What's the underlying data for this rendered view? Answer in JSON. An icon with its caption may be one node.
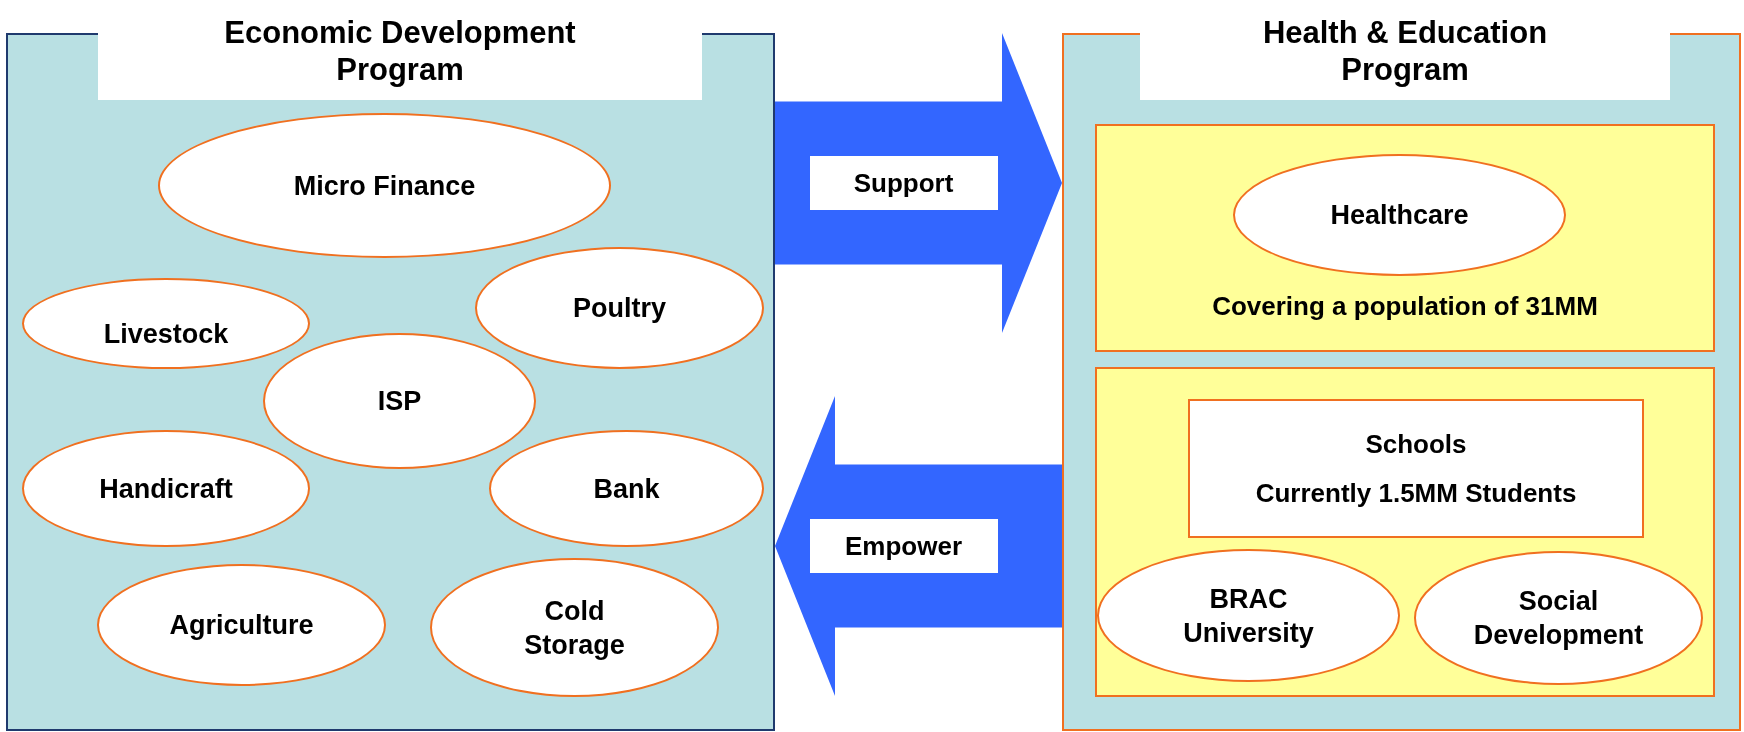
{
  "diagram": {
    "nodes": [
      {
        "text": [
          "Economic Development Program"
        ]
      },
      {
        "text": [
          "Micro Finance"
        ],
        "in": 0
      },
      {
        "text": [
          "Livestock"
        ],
        "in": 0
      },
      {
        "text": [
          "Poultry"
        ],
        "in": 0
      },
      {
        "text": [
          "ISP"
        ],
        "in": 0
      },
      {
        "text": [
          "Handicraft"
        ],
        "in": 0
      },
      {
        "text": [
          "Bank"
        ],
        "in": 0
      },
      {
        "text": [
          "Agriculture"
        ],
        "in": 0
      },
      {
        "text": [
          "Cold Storage"
        ],
        "in": 0
      },
      {
        "text": [
          "Health & Education Program"
        ]
      },
      {
        "text": [
          "Covering a population of 31MM"
        ],
        "in": 9
      },
      {
        "text": [
          "Healthcare"
        ],
        "in": 10
      },
      {
        "text": [],
        "shape": "box",
        "in": 9
      },
      {
        "text": [
          "Schools",
          "Currently 1.5MM Students"
        ],
        "in": 12
      },
      {
        "text": [
          "BRAC University"
        ],
        "in": 12
      },
      {
        "text": [
          "Social Development"
        ],
        "in": 12
      }
    ],
    "edges": [
      {
        "from": 0,
        "to": 9,
        "arrow": "to",
        "label": "Support"
      },
      {
        "from": 9,
        "to": 0,
        "arrow": "to",
        "label": "Empower"
      }
    ]
  }
}
